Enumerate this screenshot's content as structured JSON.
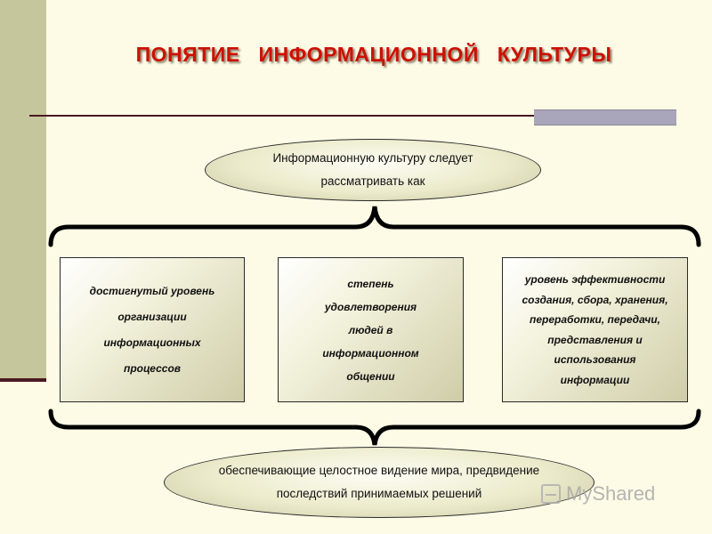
{
  "title": "ПОНЯТИЕ ИНФОРМАЦИОННОЙ КУЛЬТУРЫ",
  "top_ellipse": {
    "lines": [
      "Информационную культуру следует",
      "рассматривать как"
    ]
  },
  "boxes": [
    {
      "lines": [
        "достигнутый уровень",
        "организации",
        "информационных",
        "процессов"
      ]
    },
    {
      "lines": [
        "степень",
        "удовлетворения",
        "людей в",
        "информационном",
        "общении"
      ]
    },
    {
      "lines": [
        "уровень эффективности",
        "создания, сбора, хранения,",
        "переработки, передачи,",
        "представления и",
        "использования",
        "информации"
      ]
    }
  ],
  "bottom_ellipse": {
    "lines": [
      "обеспечивающие целостное видение мира, предвидение",
      "последствий принимаемых решений"
    ]
  },
  "watermark": {
    "text": "MyShared"
  },
  "colors": {
    "title": "#cc1100",
    "background": "#fdfbe6",
    "left_band": "#c6c69c",
    "accent_bar": "#a9a5ba",
    "rule": "#4a1a22"
  }
}
